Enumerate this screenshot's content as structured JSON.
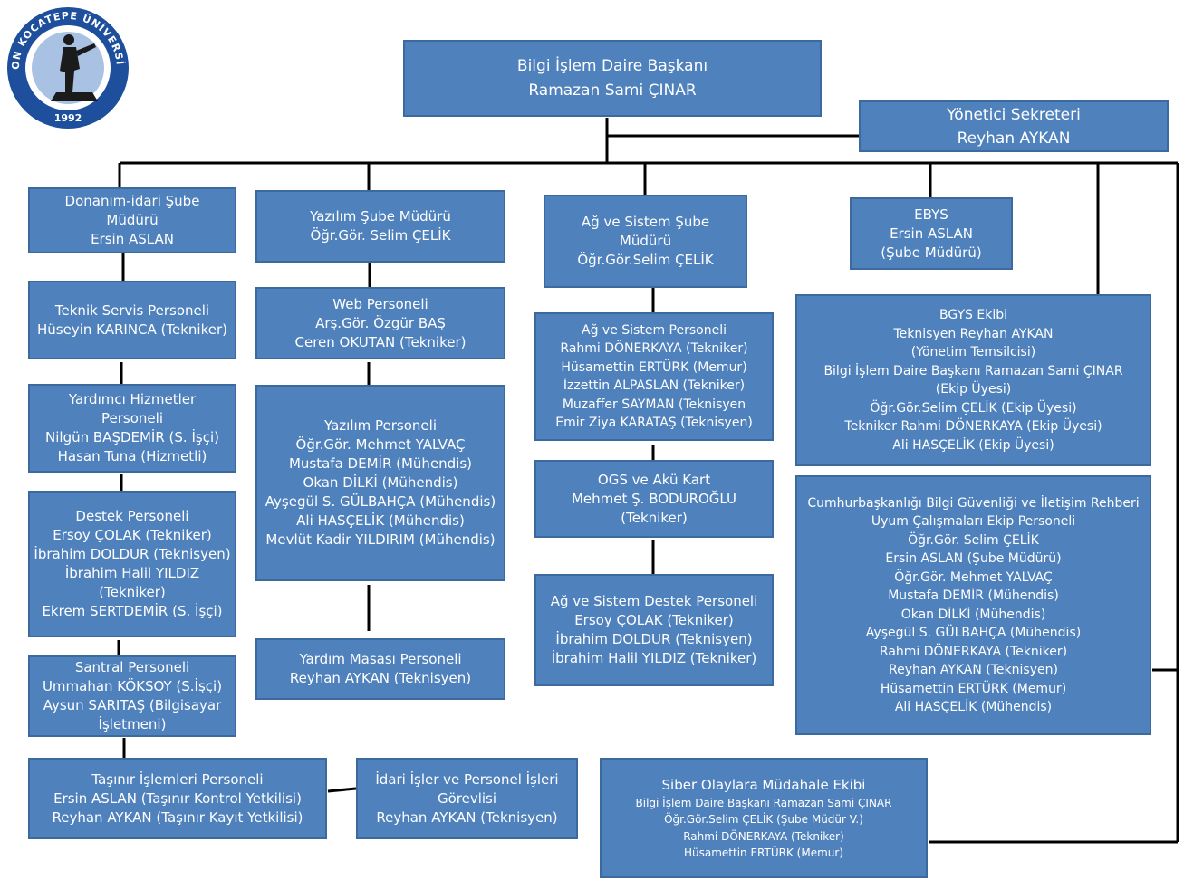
{
  "logo": {
    "arc_text": "AFYON KOCATEPE ÜNİVERSİTESİ",
    "year": "1992",
    "colors": {
      "ring": "#1d4f9c",
      "inner": "#ffffff"
    }
  },
  "colors": {
    "box_fill": "#4f81bd",
    "box_border": "#3d6a9e",
    "text": "#ffffff",
    "connector": "#000000"
  },
  "head": {
    "lines": [
      "Bilgi İşlem Daire Başkanı",
      "Ramazan Sami ÇINAR"
    ]
  },
  "secretary": {
    "lines": [
      "Yönetici Sekreteri",
      "Reyhan AYKAN"
    ]
  },
  "col1": {
    "manager": {
      "lines": [
        "Donanım-idari Şube",
        "Müdürü",
        "Ersin ASLAN"
      ]
    },
    "teknik_servis": {
      "lines": [
        "Teknik Servis Personeli",
        "Hüseyin KARINCA (Tekniker)"
      ]
    },
    "yardimci": {
      "lines": [
        "Yardımcı Hizmetler",
        "Personeli",
        "Nilgün BAŞDEMİR (S. İşçi)",
        "Hasan Tuna (Hizmetli)"
      ]
    },
    "destek": {
      "lines": [
        "Destek Personeli",
        "Ersoy ÇOLAK (Tekniker)",
        "İbrahim DOLDUR (Teknisyen)",
        "İbrahim Halil YILDIZ",
        "(Tekniker)",
        "Ekrem SERTDEMİR (S. İşçi)"
      ]
    },
    "santral": {
      "lines": [
        "Santral  Personeli",
        "Ummahan KÖKSOY (S.İşçi)",
        "Aysun SARITAŞ (Bilgisayar",
        "İşletmeni)"
      ]
    },
    "tasinir": {
      "lines": [
        "Taşınır İşlemleri Personeli",
        "Ersin ASLAN (Taşınır Kontrol   Yetkilisi)",
        "Reyhan AYKAN (Taşınır Kayıt Yetkilisi)"
      ]
    }
  },
  "col2": {
    "manager": {
      "lines": [
        "Yazılım Şube Müdürü",
        "Öğr.Gör. Selim ÇELİK"
      ]
    },
    "web": {
      "lines": [
        "Web Personeli",
        "Arş.Gör. Özgür BAŞ",
        "Ceren OKUTAN (Tekniker)"
      ]
    },
    "yazilim": {
      "lines": [
        "Yazılım Personeli",
        "Öğr.Gör. Mehmet YALVAÇ",
        "Mustafa DEMİR (Mühendis)",
        "Okan DİLKİ  (Mühendis)",
        "Ayşegül  S. GÜLBAHÇA (Mühendis)",
        "Ali HASÇELİK (Mühendis)",
        "Mevlüt Kadir YILDIRIM (Mühendis)"
      ]
    },
    "yardim_masasi": {
      "lines": [
        "Yardım Masası Personeli",
        "Reyhan AYKAN (Teknisyen)"
      ]
    },
    "idari": {
      "lines": [
        "İdari  İşler ve Personel  İşleri",
        "Görevlisi",
        "Reyhan AYKAN (Teknisyen)"
      ]
    }
  },
  "col3": {
    "manager": {
      "lines": [
        "Ağ ve Sistem Şube",
        "Müdürü",
        "Öğr.Gör.Selim ÇELİK"
      ]
    },
    "personel": {
      "lines": [
        "Ağ ve Sistem Personeli",
        "Rahmi DÖNERKAYA (Tekniker)",
        "Hüsamettin ERTÜRK (Memur)",
        "İzzettin ALPASLAN (Tekniker)",
        "Muzaffer SAYMAN (Teknisyen",
        "Emir Ziya KARATAŞ (Teknisyen)"
      ]
    },
    "ogs": {
      "lines": [
        "OGS ve Akü Kart",
        "Mehmet Ş. BODUROĞLU",
        "(Tekniker)"
      ]
    },
    "destek": {
      "lines": [
        "Ağ ve Sistem Destek Personeli",
        "Ersoy ÇOLAK (Tekniker)",
        "İbrahim DOLDUR (Teknisyen)",
        "İbrahim Halil YILDIZ (Tekniker)"
      ]
    },
    "siber": {
      "lines": [
        "Siber Olaylara Müdahale Ekibi",
        "Bilgi İşlem Daire Başkanı Ramazan Sami ÇINAR",
        "Öğr.Gör.Selim ÇELİK (Şube Müdür V.)",
        "Rahmi DÖNERKAYA (Tekniker)",
        "Hüsamettin ERTÜRK (Memur)"
      ]
    }
  },
  "col4": {
    "ebys": {
      "lines": [
        "EBYS",
        "Ersin ASLAN",
        "(Şube Müdürü)"
      ]
    },
    "bgys": {
      "lines": [
        "BGYS  Ekibi",
        "Teknisyen Reyhan AYKAN",
        "(Yönetim Temsilcisi)",
        "Bilgi İşlem Daire Başkanı Ramazan Sami ÇINAR",
        "(Ekip Üyesi)",
        "Öğr.Gör.Selim ÇELİK (Ekip Üyesi)",
        "Tekniker Rahmi DÖNERKAYA (Ekip Üyesi)",
        "Ali HASÇELİK (Ekip Üyesi)"
      ]
    },
    "cumhurbaskanligi": {
      "lines": [
        "Cumhurbaşkanlığı Bilgi Güvenliği ve İletişim Rehberi",
        "Uyum Çalışmaları Ekip Personeli",
        "Öğr.Gör. Selim  ÇELİK",
        "Ersin ASLAN (Şube Müdürü)",
        "Öğr.Gör. Mehmet YALVAÇ",
        "Mustafa DEMİR (Mühendis)",
        "Okan DİLKİ  (Mühendis)",
        "Ayşegül  S. GÜLBAHÇA (Mühendis)",
        "Rahmi DÖNERKAYA (Tekniker)",
        "Reyhan AYKAN (Teknisyen)",
        "Hüsamettin ERTÜRK (Memur)",
        "Ali HASÇELİK (Mühendis)"
      ]
    }
  }
}
